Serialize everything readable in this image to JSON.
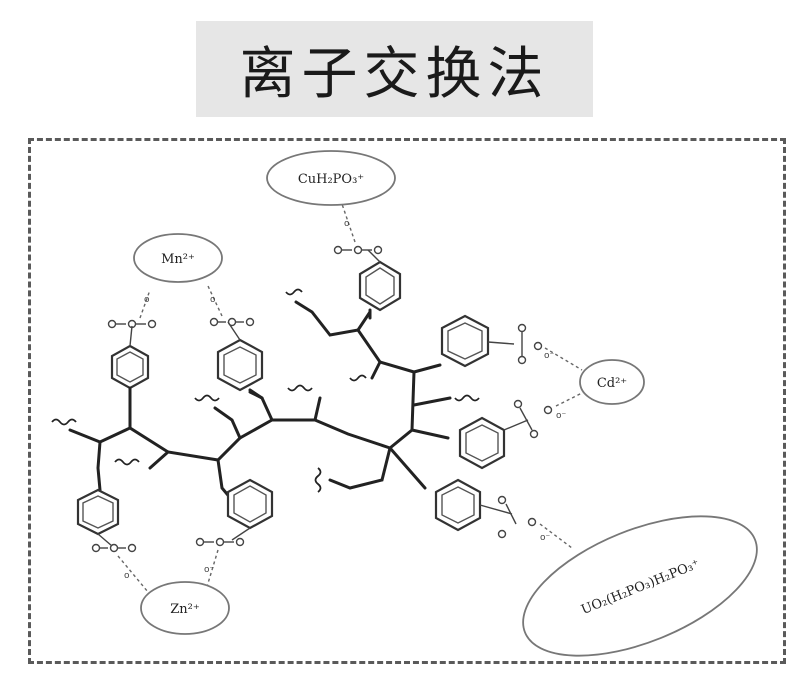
{
  "title": "离子交换法",
  "ions": {
    "cu": "CuH₂PO₃⁺",
    "mn": "Mn²⁺",
    "cd": "Cd²⁺",
    "zn": "Zn²⁺",
    "uo": "UO₂(H₂PO₃)H₂PO₃⁺"
  }
}
